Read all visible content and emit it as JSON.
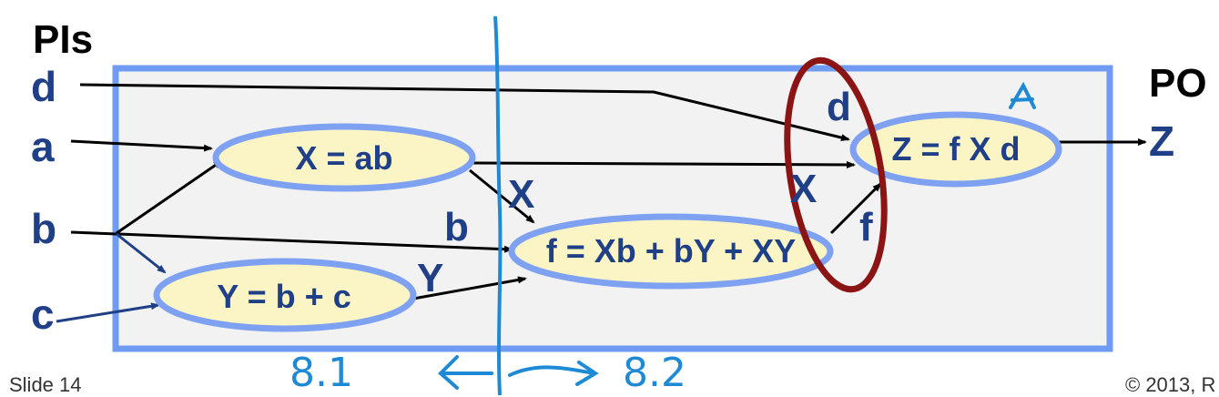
{
  "headers": {
    "pis": "PIs",
    "po": "PO"
  },
  "inputs": {
    "d": "d",
    "a": "a",
    "b": "b",
    "c": "c"
  },
  "output": "Z",
  "nodes": {
    "x": "X = ab",
    "y": "Y = b + c",
    "f": "f = Xb + bY + XY",
    "z": "Z = f X d"
  },
  "wire_labels": {
    "x_to_f": "X",
    "b_to_f": "b",
    "y_to_f": "Y",
    "d_to_z": "d",
    "x_to_z": "X",
    "f_to_z": "f"
  },
  "annotations": {
    "left": "8.1",
    "arrow": "←|→",
    "right": "8.2"
  },
  "footer": {
    "slide": "Slide 14",
    "copyright": "© 2013, R"
  },
  "colors": {
    "box_border": "#6f9cf2",
    "box_fill": "#f2f2f2",
    "node_fill": "#fbf5c6",
    "node_border": "#7ea2f1",
    "text_blue": "#1f3f86",
    "cut_red": "#8b1414",
    "hand_blue": "#1e8ad6"
  }
}
